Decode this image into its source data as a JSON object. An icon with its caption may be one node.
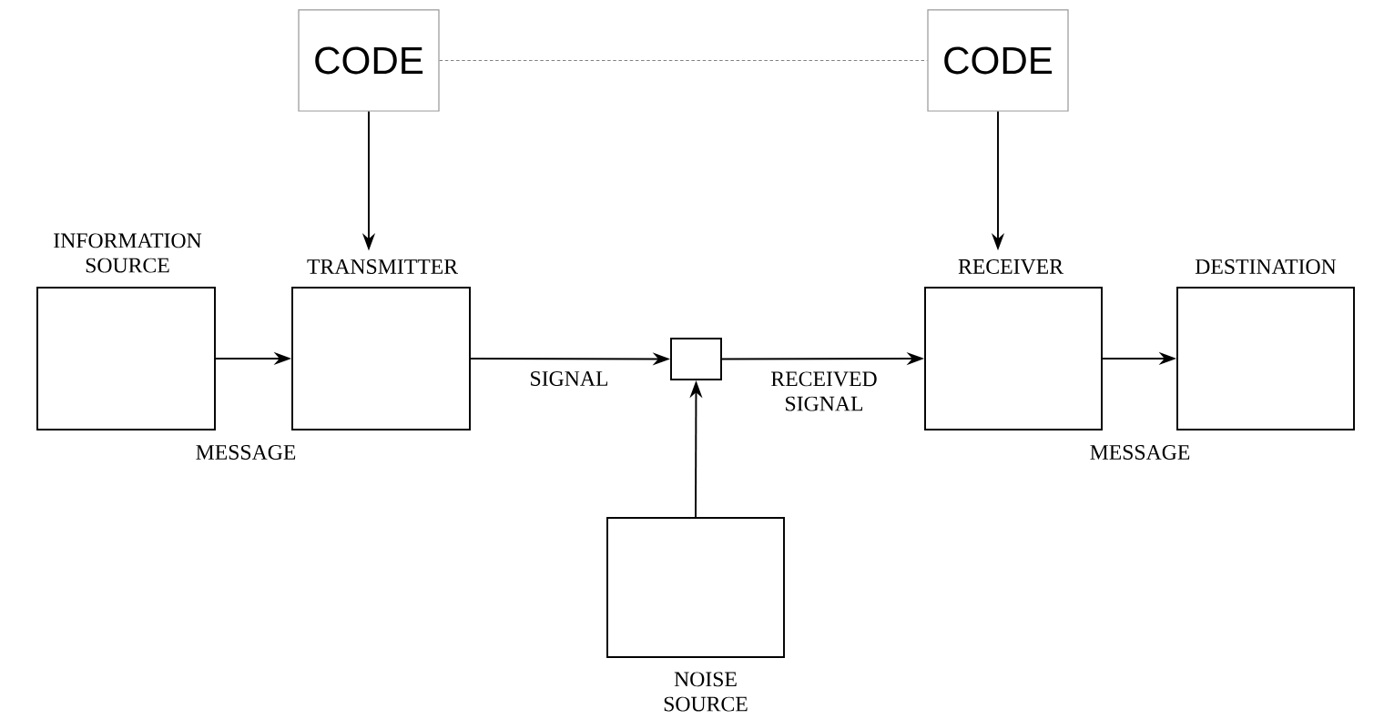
{
  "diagram": {
    "nodes": [
      {
        "text": [
          "CODE"
        ]
      },
      {
        "text": [
          "CODE"
        ]
      },
      {
        "text": [
          "INFORMATION SOURCE"
        ]
      },
      {
        "text": [
          "TRANSMITTER"
        ]
      },
      {
        "text": [],
        "shape": "box"
      },
      {
        "text": [
          "RECEIVER"
        ]
      },
      {
        "text": [
          "DESTINATION"
        ]
      },
      {
        "text": [
          "NOISE SOURCE"
        ]
      }
    ],
    "edges": [
      {
        "from": 0,
        "to": 1,
        "arrow": "none",
        "style": "dashed",
        "color": "#808080"
      },
      {
        "from": 0,
        "to": 3,
        "arrow": "to"
      },
      {
        "from": 1,
        "to": 5,
        "arrow": "to"
      },
      {
        "from": 2,
        "to": 3,
        "arrow": "to",
        "label": "MESSAGE"
      },
      {
        "from": 3,
        "to": 4,
        "arrow": "to",
        "label": "SIGNAL"
      },
      {
        "from": 4,
        "to": 5,
        "arrow": "to",
        "label": "RECEIVED SIGNAL"
      },
      {
        "from": 5,
        "to": 6,
        "arrow": "to",
        "label": "MESSAGE"
      },
      {
        "from": 7,
        "to": 4,
        "arrow": "to"
      }
    ]
  }
}
